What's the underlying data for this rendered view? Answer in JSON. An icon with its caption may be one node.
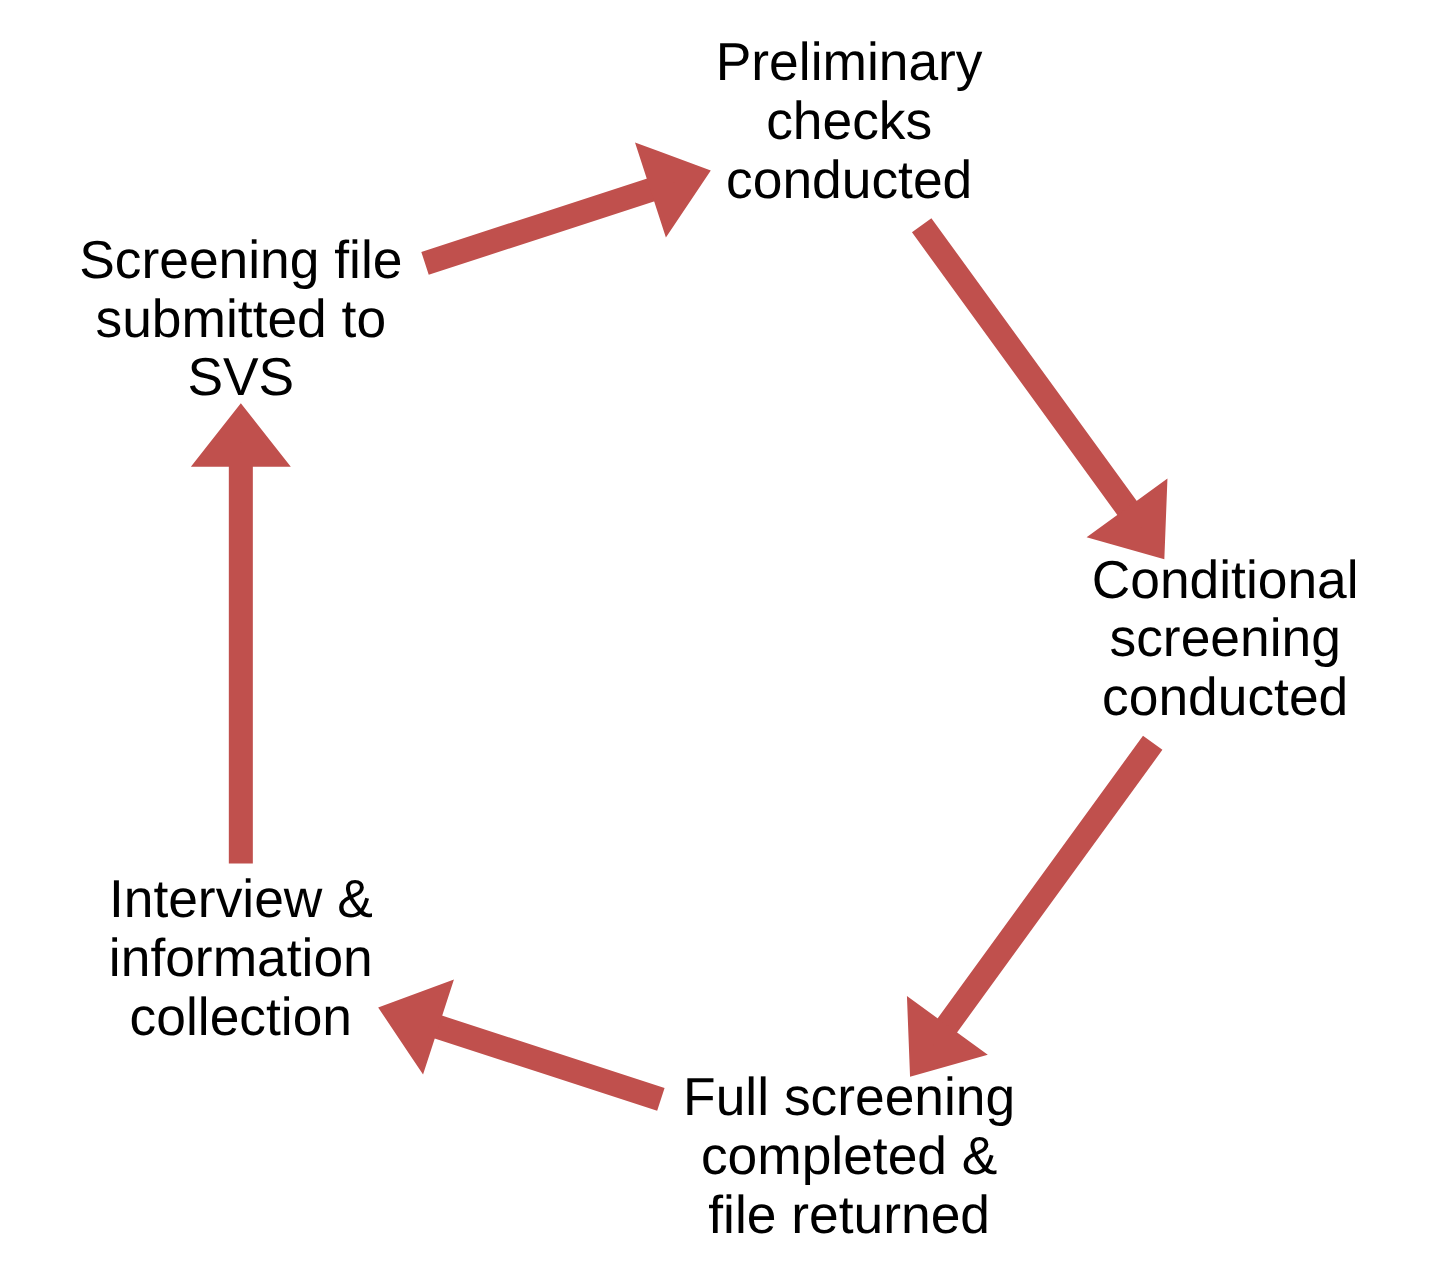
{
  "diagram": {
    "nodes": [
      {
        "text": [
          "Full screening completed & file returned"
        ]
      },
      {
        "text": [
          "Interview & information collection"
        ]
      },
      {
        "text": [
          "Conditional screening conducted"
        ]
      },
      {
        "text": [
          "Screening file submitted to SVS"
        ]
      },
      {
        "text": [
          "Preliminary checks conducted"
        ]
      }
    ],
    "edges": [
      {
        "from": 0,
        "to": 1,
        "arrow": "to"
      },
      {
        "from": 1,
        "to": 3,
        "arrow": "to"
      },
      {
        "from": 3,
        "to": 4,
        "arrow": "to"
      },
      {
        "from": 4,
        "to": 2,
        "arrow": "to"
      },
      {
        "from": 2,
        "to": 0,
        "arrow": "to"
      }
    ]
  }
}
